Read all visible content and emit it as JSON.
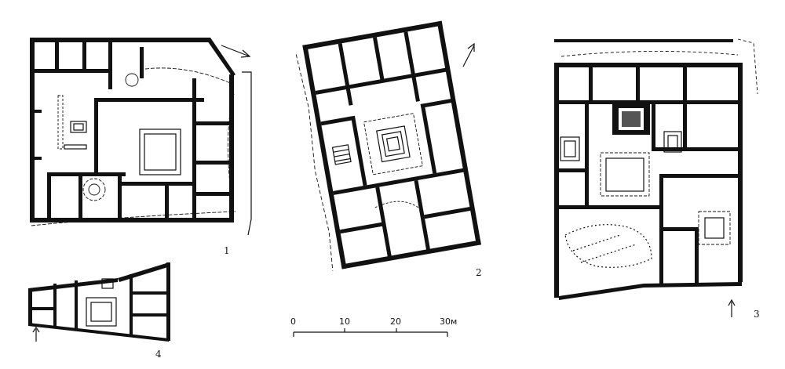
{
  "plans": [
    {
      "id": "1",
      "label": "1"
    },
    {
      "id": "2",
      "label": "2"
    },
    {
      "id": "3",
      "label": "3"
    },
    {
      "id": "4",
      "label": "4"
    }
  ],
  "scale_bar": {
    "ticks": [
      "0",
      "10",
      "20",
      "30м"
    ]
  }
}
